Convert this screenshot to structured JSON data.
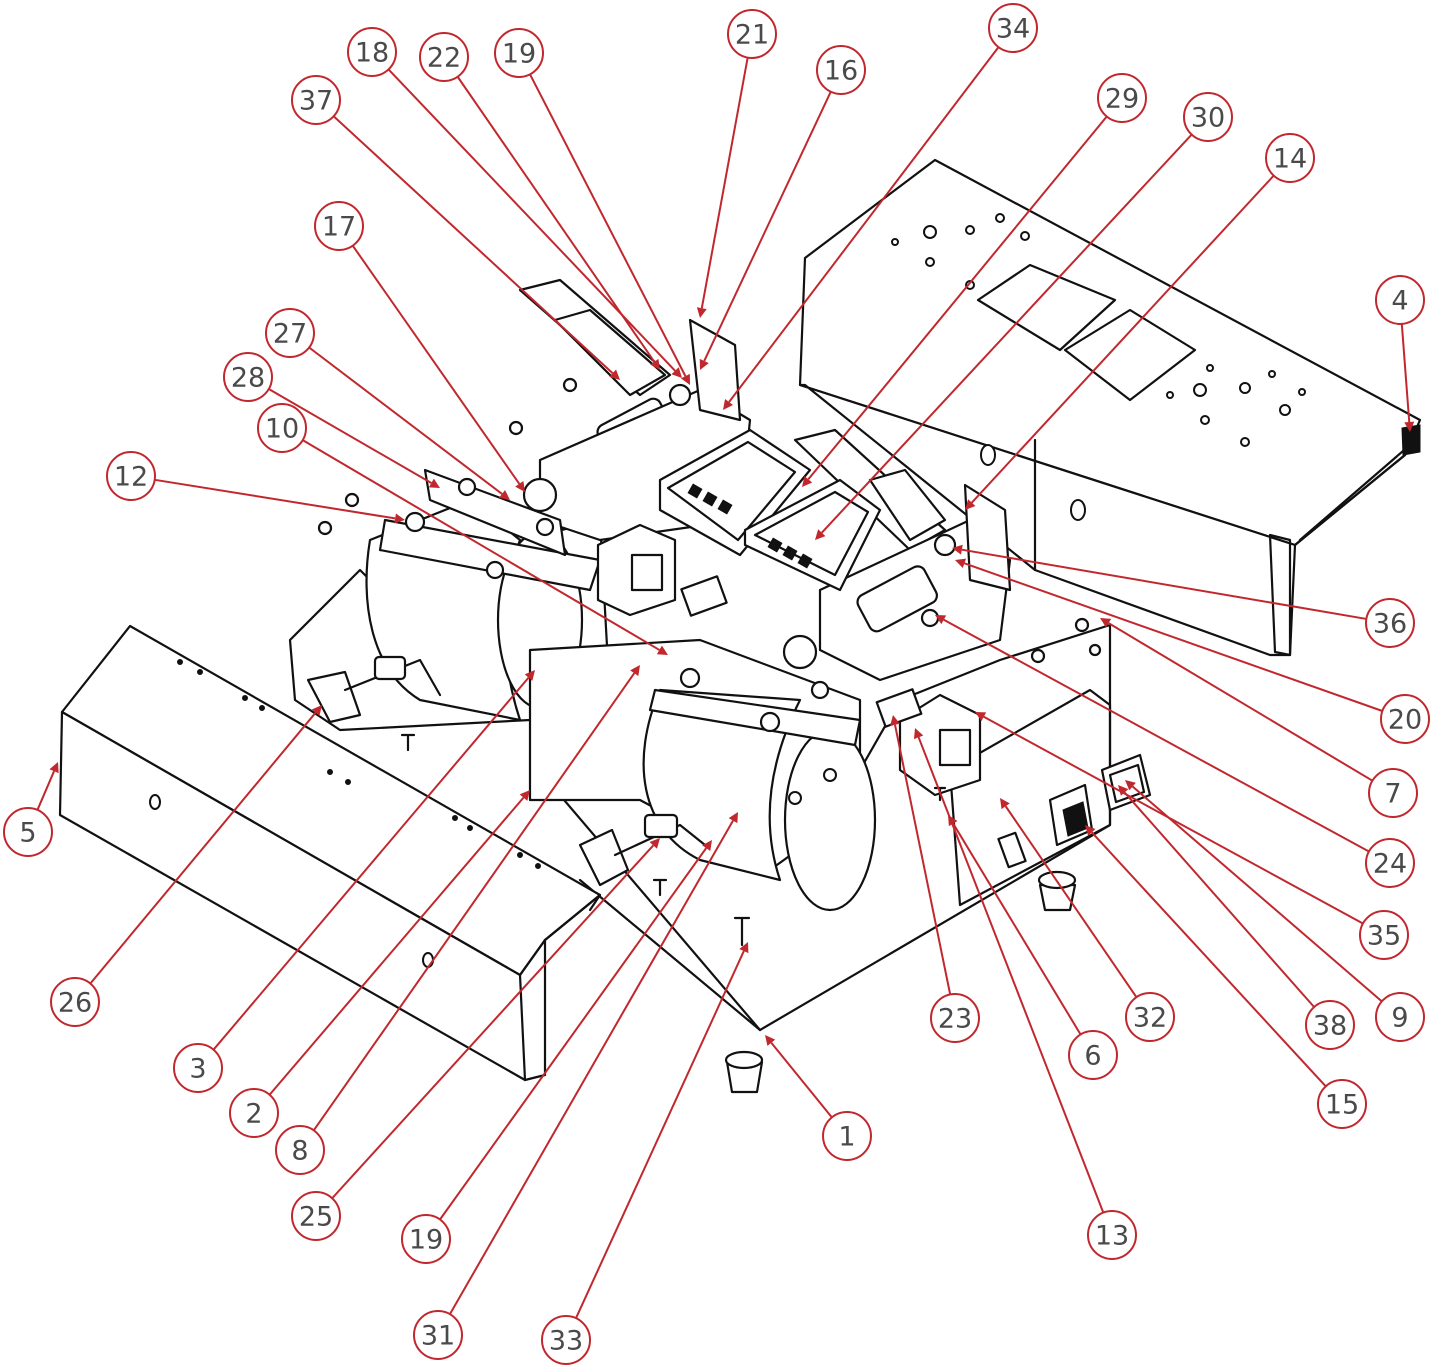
{
  "diagram": {
    "accent_color": "#c0282e",
    "text_color": "#4a4a4a",
    "line_color": "#111111",
    "callouts": [
      {
        "label": "1"
      },
      {
        "label": "2"
      },
      {
        "label": "3"
      },
      {
        "label": "4"
      },
      {
        "label": "5"
      },
      {
        "label": "6"
      },
      {
        "label": "7"
      },
      {
        "label": "8"
      },
      {
        "label": "9"
      },
      {
        "label": "10"
      },
      {
        "label": "12"
      },
      {
        "label": "13"
      },
      {
        "label": "14"
      },
      {
        "label": "15"
      },
      {
        "label": "16"
      },
      {
        "label": "17"
      },
      {
        "label": "18"
      },
      {
        "label": "19"
      },
      {
        "label": "19"
      },
      {
        "label": "20"
      },
      {
        "label": "21"
      },
      {
        "label": "22"
      },
      {
        "label": "23"
      },
      {
        "label": "24"
      },
      {
        "label": "25"
      },
      {
        "label": "26"
      },
      {
        "label": "27"
      },
      {
        "label": "28"
      },
      {
        "label": "29"
      },
      {
        "label": "30"
      },
      {
        "label": "31"
      },
      {
        "label": "32"
      },
      {
        "label": "33"
      },
      {
        "label": "34"
      },
      {
        "label": "35"
      },
      {
        "label": "36"
      },
      {
        "label": "37"
      },
      {
        "label": "38"
      }
    ]
  }
}
